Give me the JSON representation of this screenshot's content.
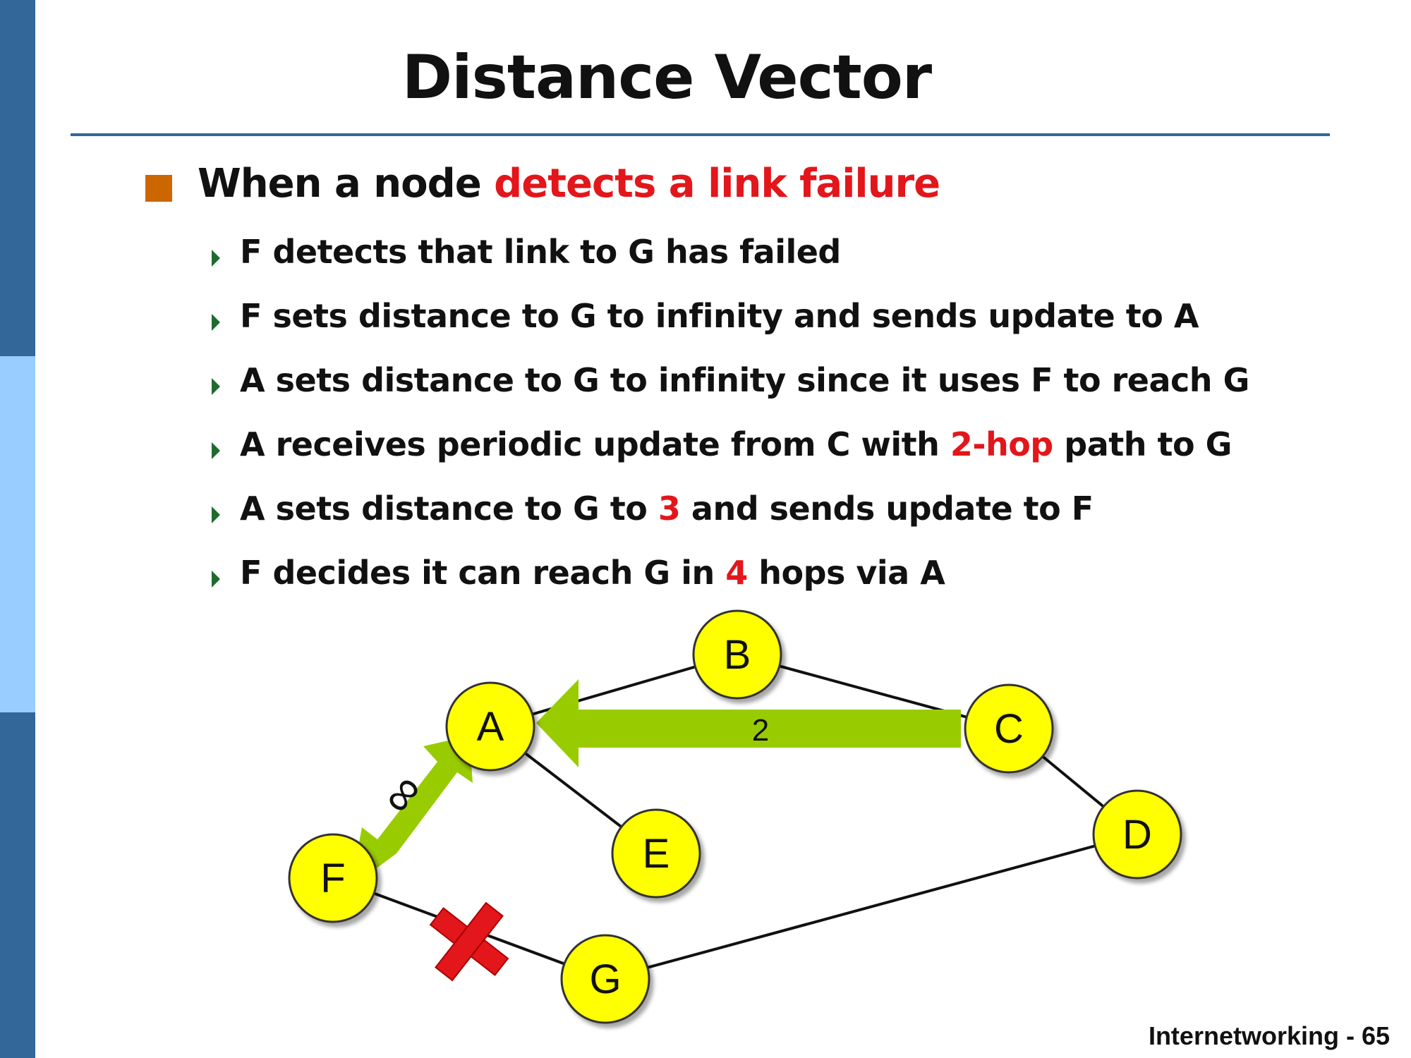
{
  "slide": {
    "title": "Distance Vector",
    "main_bullet": {
      "prefix": "When a node ",
      "highlight": "detects a link failure"
    },
    "sub_bullets": [
      {
        "parts": [
          {
            "text": "F detects that link to G has failed",
            "red": false
          }
        ]
      },
      {
        "parts": [
          {
            "text": "F sets distance to G to infinity and sends update to A",
            "red": false
          }
        ]
      },
      {
        "parts": [
          {
            "text": "A sets distance to G to infinity since it uses F to reach G",
            "red": false
          }
        ]
      },
      {
        "parts": [
          {
            "text": "A receives periodic update from C with ",
            "red": false
          },
          {
            "text": "2-hop",
            "red": true
          },
          {
            "text": " path to G",
            "red": false
          }
        ]
      },
      {
        "parts": [
          {
            "text": "A sets distance to G to ",
            "red": false
          },
          {
            "text": "3",
            "red": true
          },
          {
            "text": " and sends update to F",
            "red": false
          }
        ]
      },
      {
        "parts": [
          {
            "text": "F decides it can reach G in ",
            "red": false
          },
          {
            "text": "4",
            "red": true
          },
          {
            "text": " hops via A",
            "red": false
          }
        ]
      }
    ],
    "footer": "Internetworking - 65"
  },
  "diagram": {
    "nodes": [
      {
        "id": "A",
        "label": "A"
      },
      {
        "id": "B",
        "label": "B"
      },
      {
        "id": "C",
        "label": "C"
      },
      {
        "id": "D",
        "label": "D"
      },
      {
        "id": "E",
        "label": "E"
      },
      {
        "id": "F",
        "label": "F"
      },
      {
        "id": "G",
        "label": "G"
      }
    ],
    "edges": [
      [
        "A",
        "B"
      ],
      [
        "B",
        "C"
      ],
      [
        "C",
        "D"
      ],
      [
        "D",
        "G"
      ],
      [
        "A",
        "E"
      ],
      [
        "F",
        "G"
      ]
    ],
    "failed_link": [
      "F",
      "G"
    ],
    "update_arrow_label": "2",
    "infinity_symbol": "∞",
    "colors": {
      "node_fill": "#ffff00",
      "node_stroke": "#333333",
      "arrow_green": "#99cc00",
      "failure_red": "#e3161b",
      "accent_blue": "#336699",
      "bullet_orange": "#cc6600"
    }
  }
}
